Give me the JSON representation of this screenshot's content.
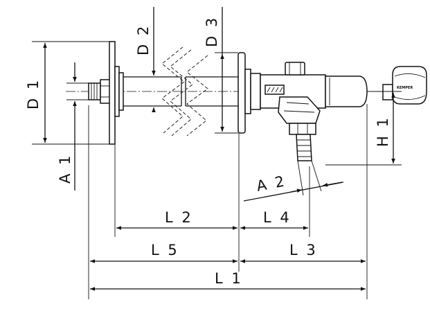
{
  "labels": {
    "d1": "D 1",
    "d2": "D 2",
    "d3": "D 3",
    "a1": "A 1",
    "a2": "A 2",
    "h1": "H 1",
    "l1": "L 1",
    "l2": "L 2",
    "l3": "L 3",
    "l4": "L 4",
    "l5": "L 5"
  },
  "colors": {
    "line": "#111111",
    "background": "#ffffff"
  }
}
